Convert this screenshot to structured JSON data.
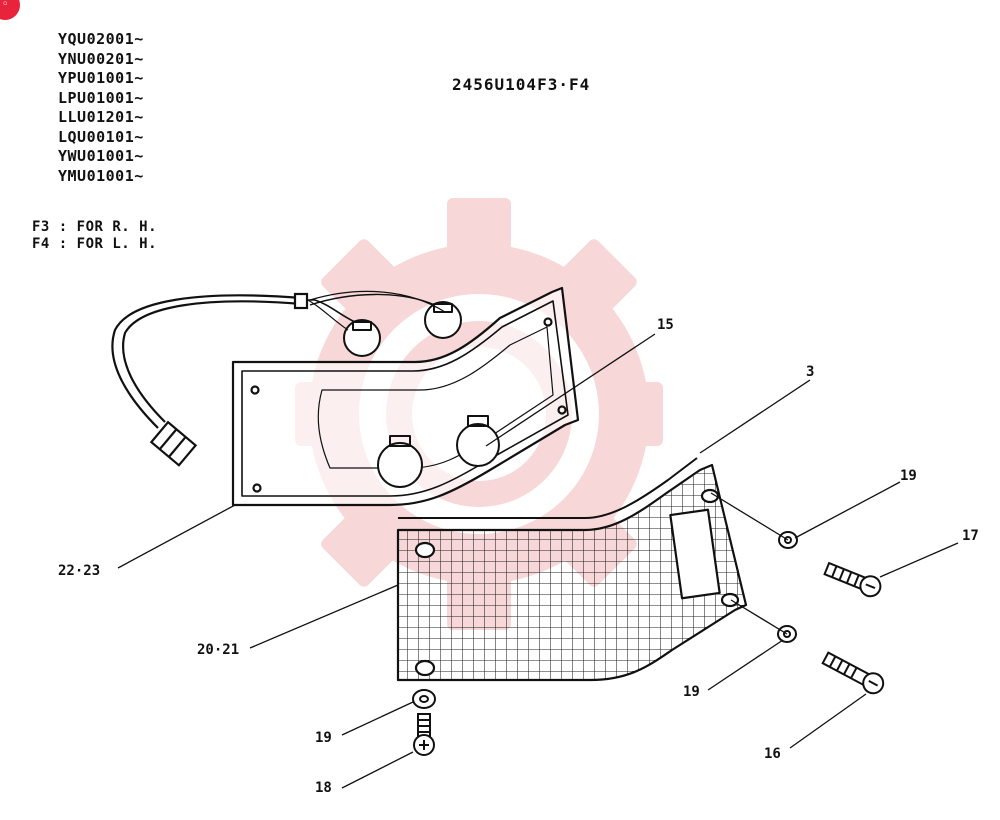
{
  "diagram": {
    "code": "2456U104F3·F4",
    "serial_numbers": [
      "YQU02001~",
      "YNU00201~",
      "YPU01001~",
      "LPU01001~",
      "LLU01201~",
      "LQU00101~",
      "YWU01001~",
      "YMU01001~"
    ],
    "variants": [
      "F3 : FOR R. H.",
      "F4 : FOR L. H."
    ],
    "part_callouts": {
      "p15": "15",
      "p3": "3",
      "p19a": "19",
      "p17": "17",
      "p22_23": "22·23",
      "p20_21": "20·21",
      "p19b": "19",
      "p19c": "19",
      "p16": "16",
      "p18": "18"
    }
  },
  "colors": {
    "line": "#111111",
    "watermark": "#f2b8b8",
    "badge": "#e8243c"
  }
}
